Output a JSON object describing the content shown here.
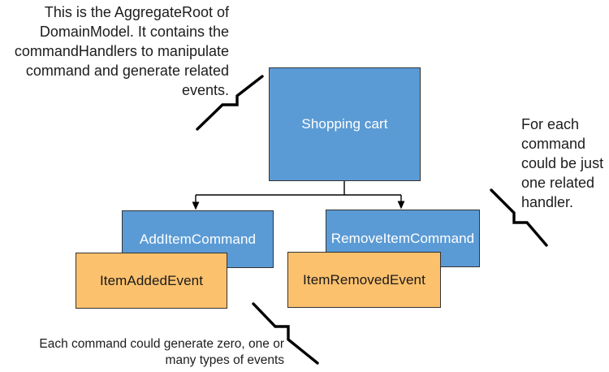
{
  "colors": {
    "canvas_bg": "#ffffff",
    "command_fill": "#5B9BD5",
    "command_text": "#ffffff",
    "event_fill": "#FBC16D",
    "event_text": "#1a1a1a",
    "shape_border": "#333333",
    "note_text": "#1c1c1c",
    "connector": "#000000"
  },
  "nodes": {
    "shopping_cart": {
      "label": "Shopping cart"
    },
    "add_item_command": {
      "label": "AddItemCommand"
    },
    "remove_item_command": {
      "label": "RemoveItemCommand"
    },
    "item_added_event": {
      "label": "ItemAddedEvent"
    },
    "item_removed_event": {
      "label": "ItemRemovedEvent"
    }
  },
  "annotations": {
    "aggregate_root_note": [
      "This is the AggregateRoot of",
      "DomainModel. It contains the",
      "commandHandlers to manipulate",
      "command and generate related",
      "events."
    ],
    "handler_note": [
      "For each",
      "command",
      "could be just",
      "one related",
      "handler."
    ],
    "events_note": [
      "Each command could generate zero, one or",
      "many types of events"
    ]
  }
}
